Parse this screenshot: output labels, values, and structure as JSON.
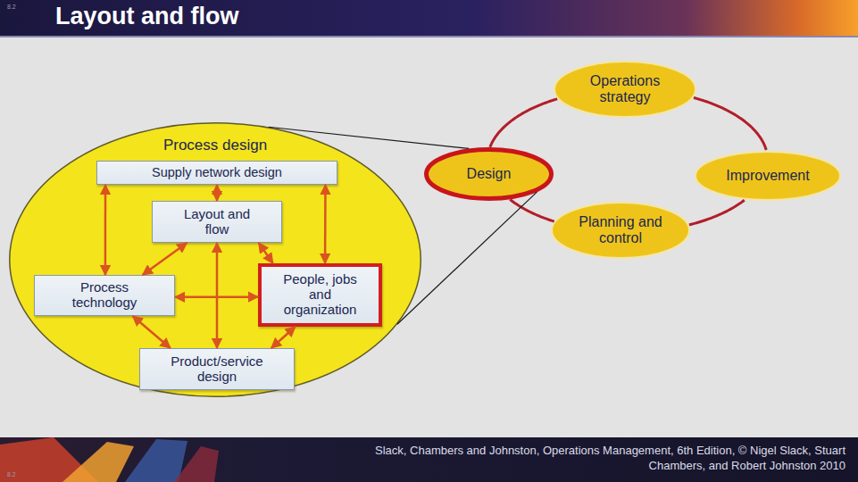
{
  "diagram": {
    "title": "Layout and flow",
    "caption": "Slack, Chambers and Johnston, Operations Management, 6th Edition, © Nigel Slack, Stuart Chambers, and Robert Johnston 2010",
    "nodes": [
      {
        "text": [
          "Process design"
        ]
      },
      {
        "text": [
          "Supply network design"
        ],
        "in": 0
      },
      {
        "text": [
          "Layout and flow"
        ],
        "in": 0
      },
      {
        "text": [
          "Process technology"
        ],
        "in": 0
      },
      {
        "text": [
          "People, jobs and organization"
        ],
        "in": 0
      },
      {
        "text": [
          "Product/service design"
        ],
        "in": 0
      },
      {
        "text": [
          "Operations strategy"
        ]
      },
      {
        "text": [
          "Design"
        ]
      },
      {
        "text": [
          "Improvement"
        ]
      },
      {
        "text": [
          "Planning and control"
        ]
      }
    ],
    "edges": [
      {
        "from": 1,
        "to": 2,
        "arrow": "both"
      },
      {
        "from": 1,
        "to": 3,
        "arrow": "both"
      },
      {
        "from": 1,
        "to": 4,
        "arrow": "both"
      },
      {
        "from": 2,
        "to": 3,
        "arrow": "both"
      },
      {
        "from": 2,
        "to": 4,
        "arrow": "both"
      },
      {
        "from": 2,
        "to": 5,
        "arrow": "both"
      },
      {
        "from": 4,
        "to": 3,
        "arrow": "both"
      },
      {
        "from": 3,
        "to": 5,
        "arrow": "both"
      },
      {
        "from": 4,
        "to": 5,
        "arrow": "both"
      },
      {
        "from": 7,
        "to": 6,
        "arrow": "none"
      },
      {
        "from": 6,
        "to": 8,
        "arrow": "none"
      },
      {
        "from": 8,
        "to": 9,
        "arrow": "none"
      },
      {
        "from": 9,
        "to": 7,
        "arrow": "none"
      },
      {
        "from": 7,
        "to": 0,
        "arrow": "none"
      },
      {
        "from": 7,
        "to": 0,
        "arrow": "none"
      }
    ],
    "labels": [
      "8.2",
      "8.2"
    ]
  }
}
